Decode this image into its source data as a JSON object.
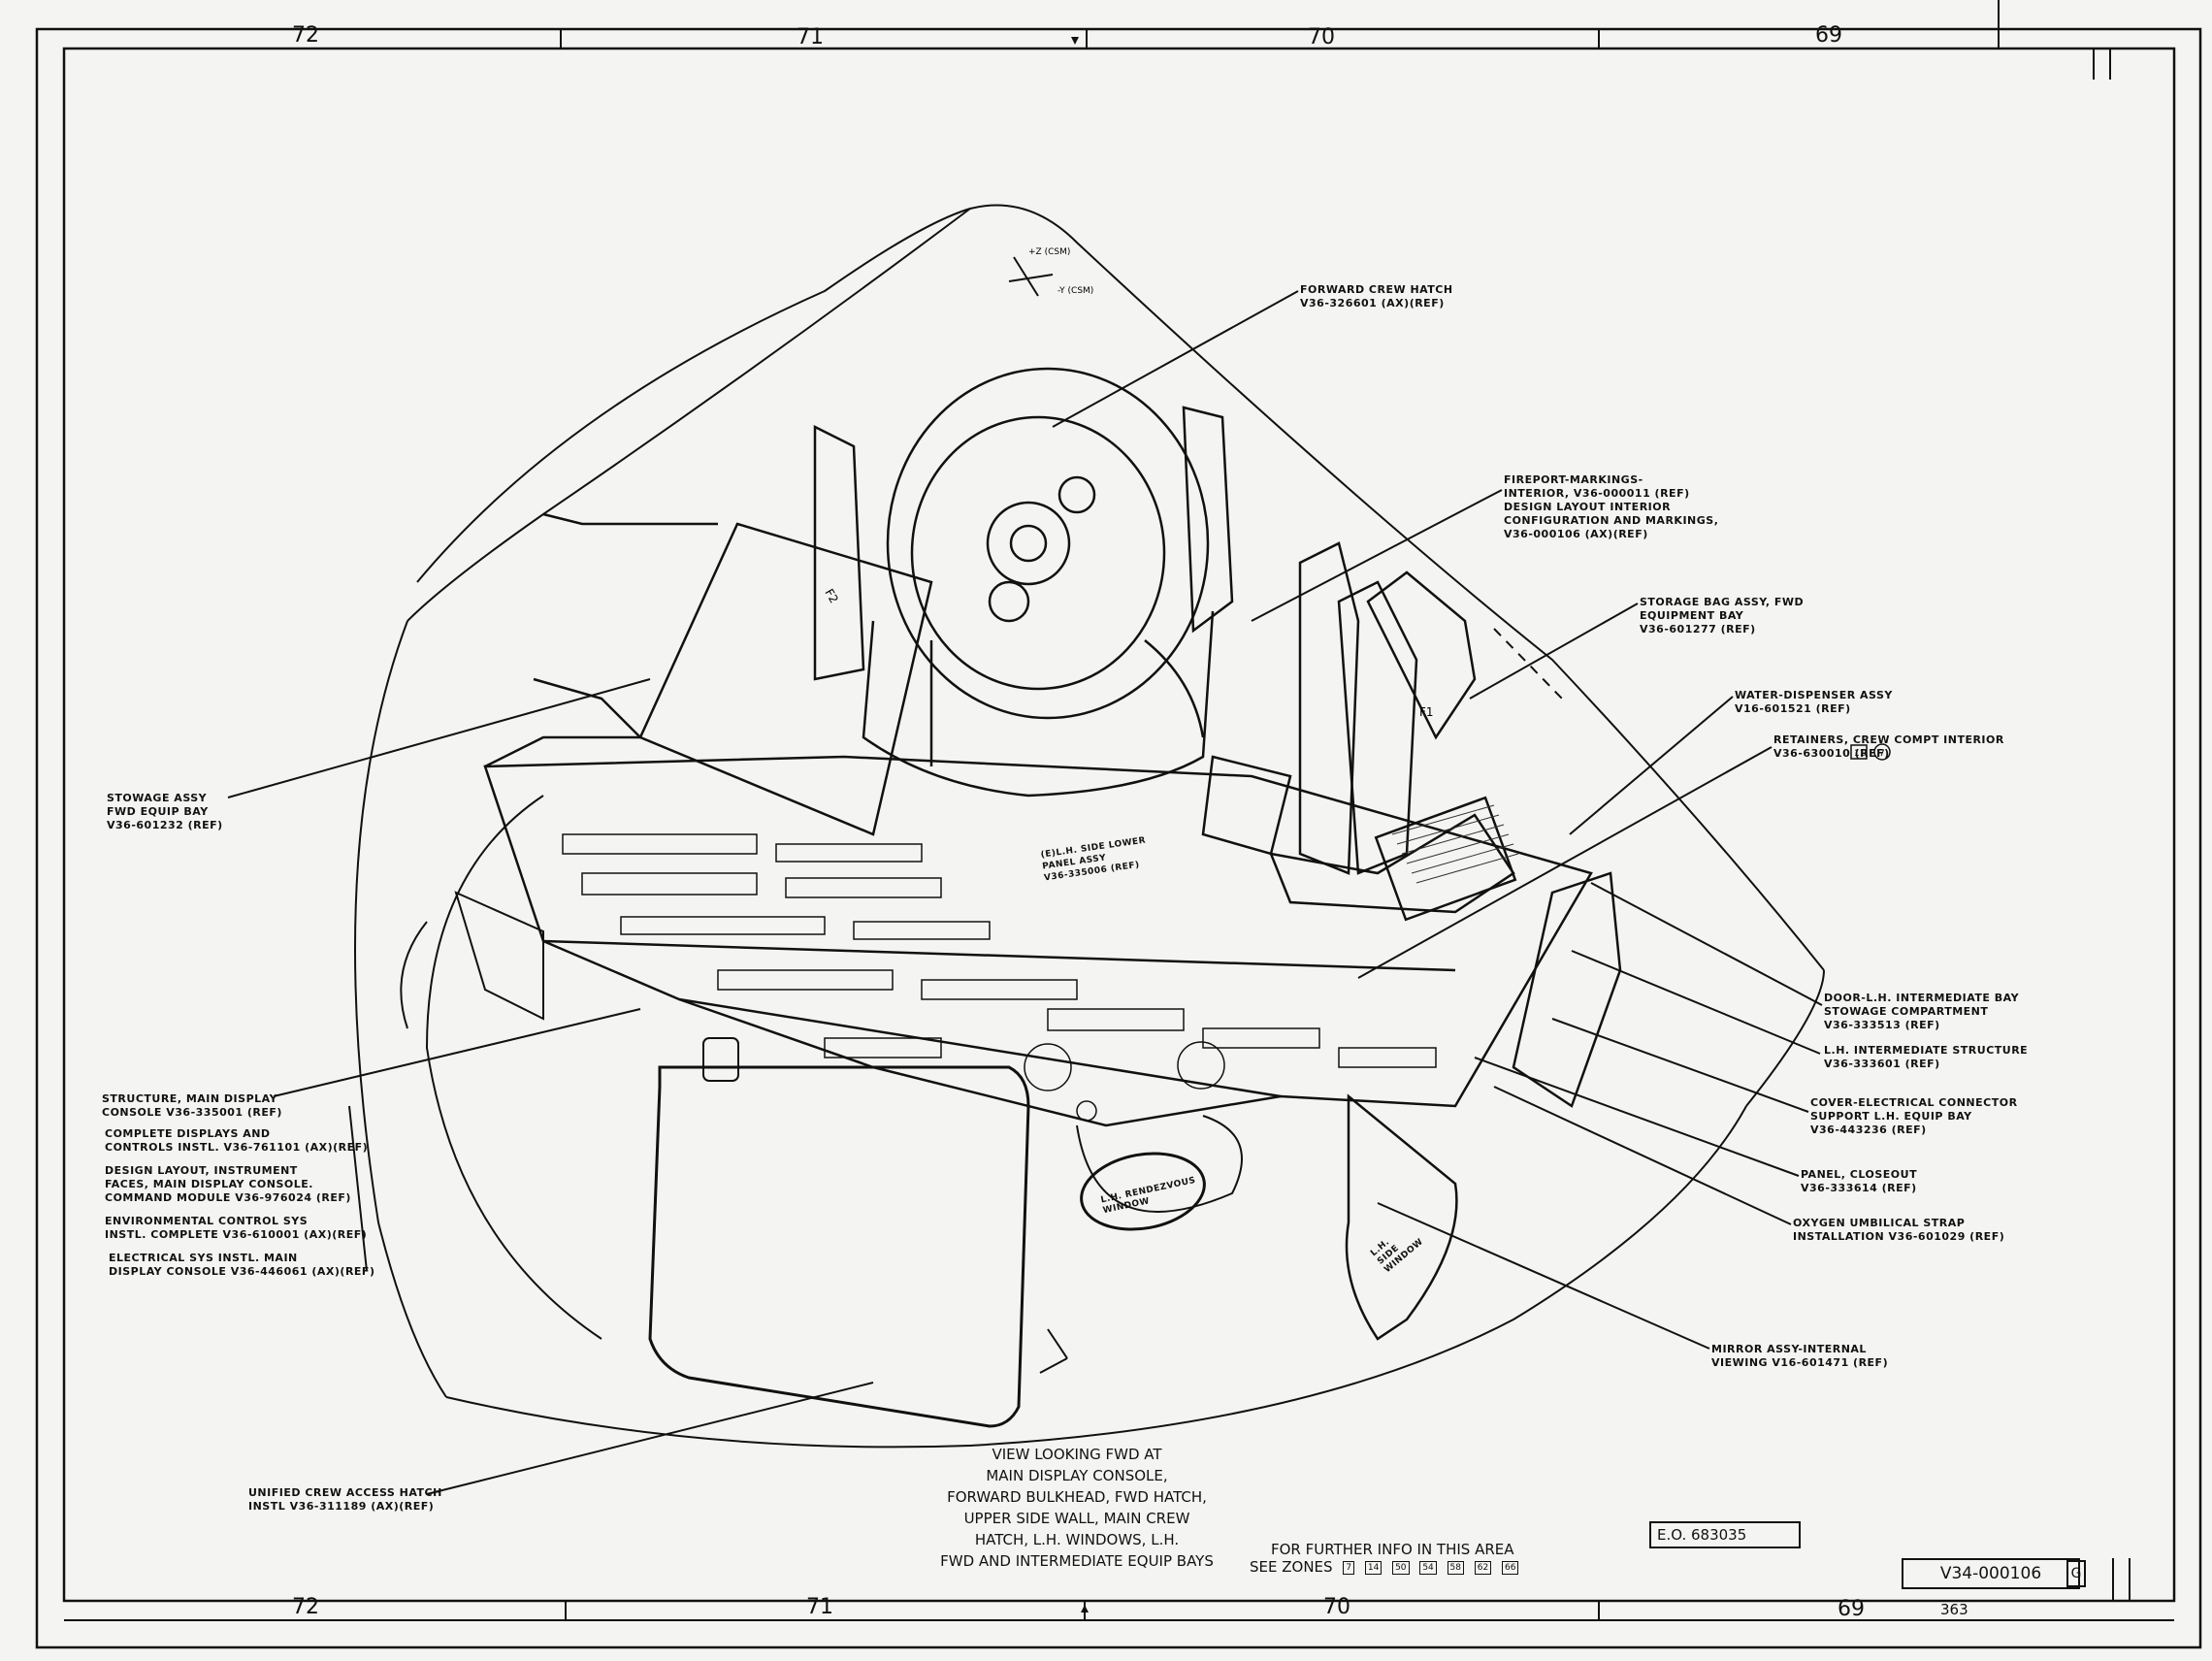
{
  "zones_top": [
    "72",
    "71",
    "70",
    "69"
  ],
  "zones_bottom": [
    "72",
    "71",
    "70",
    "69"
  ],
  "callouts": {
    "forward_crew_hatch": "FORWARD CREW HATCH\nV36-326601 (AX)(REF)",
    "fireport_markings": "FIREPORT-MARKINGS-\nINTERIOR, V36-000011 (REF)\nDESIGN LAYOUT INTERIOR\nCONFIGURATION AND MARKINGS,\nV36-000106 (AX)(REF)",
    "storage_bag": "STORAGE BAG ASSY, FWD\nEQUIPMENT BAY\nV36-601277 (REF)",
    "water_dispenser": "WATER-DISPENSER ASSY\nV16-601521 (REF)",
    "retainers": "RETAINERS, CREW COMPT INTERIOR\nV36-630010 (REF)",
    "stowage_assy": "STOWAGE ASSY\nFWD EQUIP BAY\nV36-601232 (REF)",
    "door_lh": "DOOR-L.H. INTERMEDIATE BAY\nSTOWAGE COMPARTMENT\nV36-333513 (REF)",
    "lh_structure": "L.H. INTERMEDIATE STRUCTURE\nV36-333601 (REF)",
    "cover_electrical": "COVER-ELECTRICAL CONNECTOR\nSUPPORT L.H. EQUIP BAY\nV36-443236 (REF)",
    "panel_closeout": "PANEL, CLOSEOUT\nV36-333614 (REF)",
    "oxygen_umbilical": "OXYGEN UMBILICAL STRAP\nINSTALLATION V36-601029 (REF)",
    "structure_main": "STRUCTURE, MAIN DISPLAY\nCONSOLE V36-335001 (REF)",
    "complete_displays": "COMPLETE DISPLAYS AND\nCONTROLS INSTL. V36-761101 (AX)(REF)",
    "design_layout": "DESIGN LAYOUT, INSTRUMENT\nFACES, MAIN DISPLAY CONSOLE.\nCOMMAND MODULE V36-976024 (REF)",
    "environmental": "ENVIRONMENTAL CONTROL SYS\nINSTL. COMPLETE V36-610001 (AX)(REF)",
    "electrical": "ELECTRICAL SYS INSTL. MAIN\nDISPLAY CONSOLE V36-446061 (AX)(REF)",
    "mirror_assy": "MIRROR ASSY-INTERNAL\nVIEWING V16-601471 (REF)",
    "unified_hatch": "UNIFIED CREW ACCESS HATCH\nINSTL V36-311189 (AX)(REF)"
  },
  "retainers_refs": [
    "11",
    "7"
  ],
  "in_drawing_labels": {
    "rendezvous_window": "L.H. RENDEZVOUS\nWINDOW",
    "side_window": "L.H.\nSIDE\nWINDOW",
    "panel_label": "(E)L.H. SIDE LOWER\nPANEL ASSY\nV36-335006 (REF)",
    "axis_z": "+Z (CSM)",
    "axis_y": "-Y (CSM)",
    "f1": "F1",
    "f2": "F2"
  },
  "view_title": "VIEW LOOKING FWD AT\nMAIN DISPLAY CONSOLE,\nFORWARD BULKHEAD, FWD HATCH,\nUPPER SIDE WALL, MAIN CREW\nHATCH, L.H. WINDOWS, L.H.\nFWD AND INTERMEDIATE EQUIP BAYS",
  "further_info": {
    "line1": "FOR FURTHER INFO IN THIS AREA",
    "line2": "SEE ZONES",
    "zones": [
      "7",
      "14",
      "50",
      "54",
      "58",
      "62",
      "66"
    ]
  },
  "eo_number": "E.O. 683035",
  "drawing_number": "V34-000106",
  "revision": "G",
  "sheet": "363"
}
